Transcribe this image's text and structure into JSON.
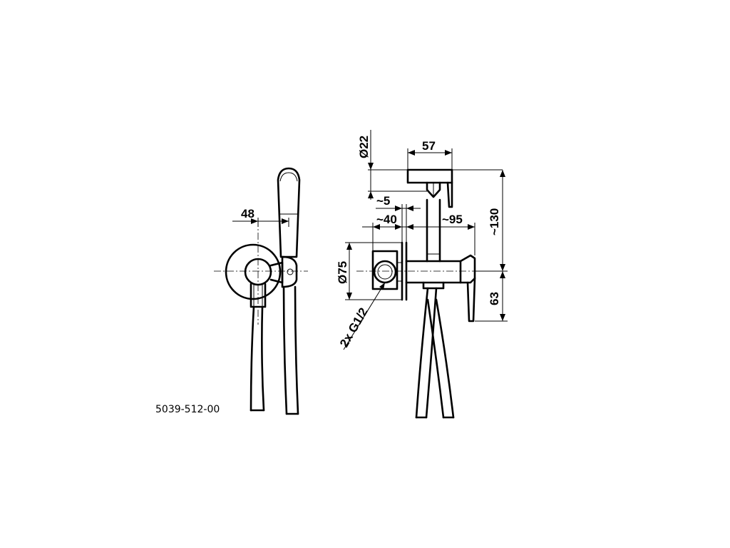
{
  "product_code": "5039-512-00",
  "dimensions": {
    "handset_offset": "48",
    "pipe_diameter": "Ø22",
    "head_width": "57",
    "offset_small": "~5",
    "depth_wall": "~40",
    "projection": "~95",
    "total_height": "~130",
    "rosette_diameter": "Ø75",
    "lower_height": "63",
    "connection": "2x G1/2"
  }
}
